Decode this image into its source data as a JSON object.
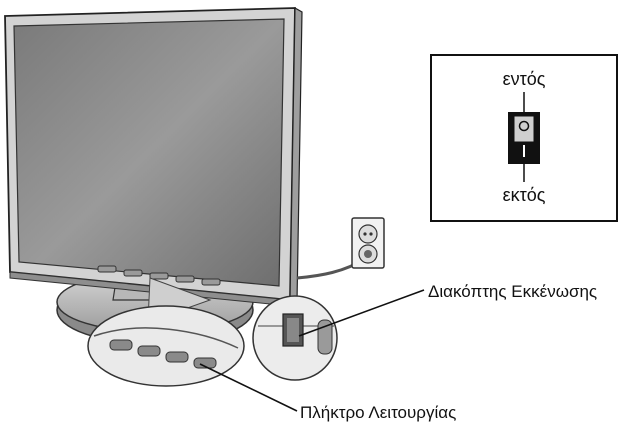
{
  "inset": {
    "on_label": "εντός",
    "off_label": "εκτός"
  },
  "callouts": {
    "vacuum_switch": "Διακόπτης Εκκένωσης",
    "function_button": "Πλήκτρο Λειτουργίας"
  }
}
